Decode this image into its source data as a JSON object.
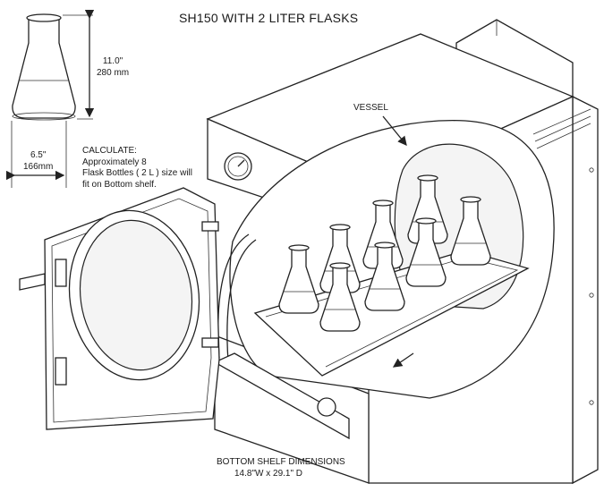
{
  "title": "SH150 WITH 2 LITER  FLASKS",
  "flask_height": {
    "imperial": "11.0\"",
    "metric": "280 mm"
  },
  "flask_width": {
    "imperial": "6.5\"",
    "metric": "166mm"
  },
  "calculate": {
    "heading": "CALCULATE:",
    "lines": [
      "Approximately  8",
      "Flask Bottles ( 2 L ) size will",
      "fit on Bottom shelf."
    ]
  },
  "vessel_label": "VESSEL",
  "bottom_shelf": {
    "heading": "BOTTOM SHELF DIMENSIONS",
    "dims": "14.8\"W x 29.1\" D"
  },
  "icons": [
    "erlenmeyer-flask-icon",
    "pressure-gauge-icon",
    "direction-arrow-icon"
  ]
}
